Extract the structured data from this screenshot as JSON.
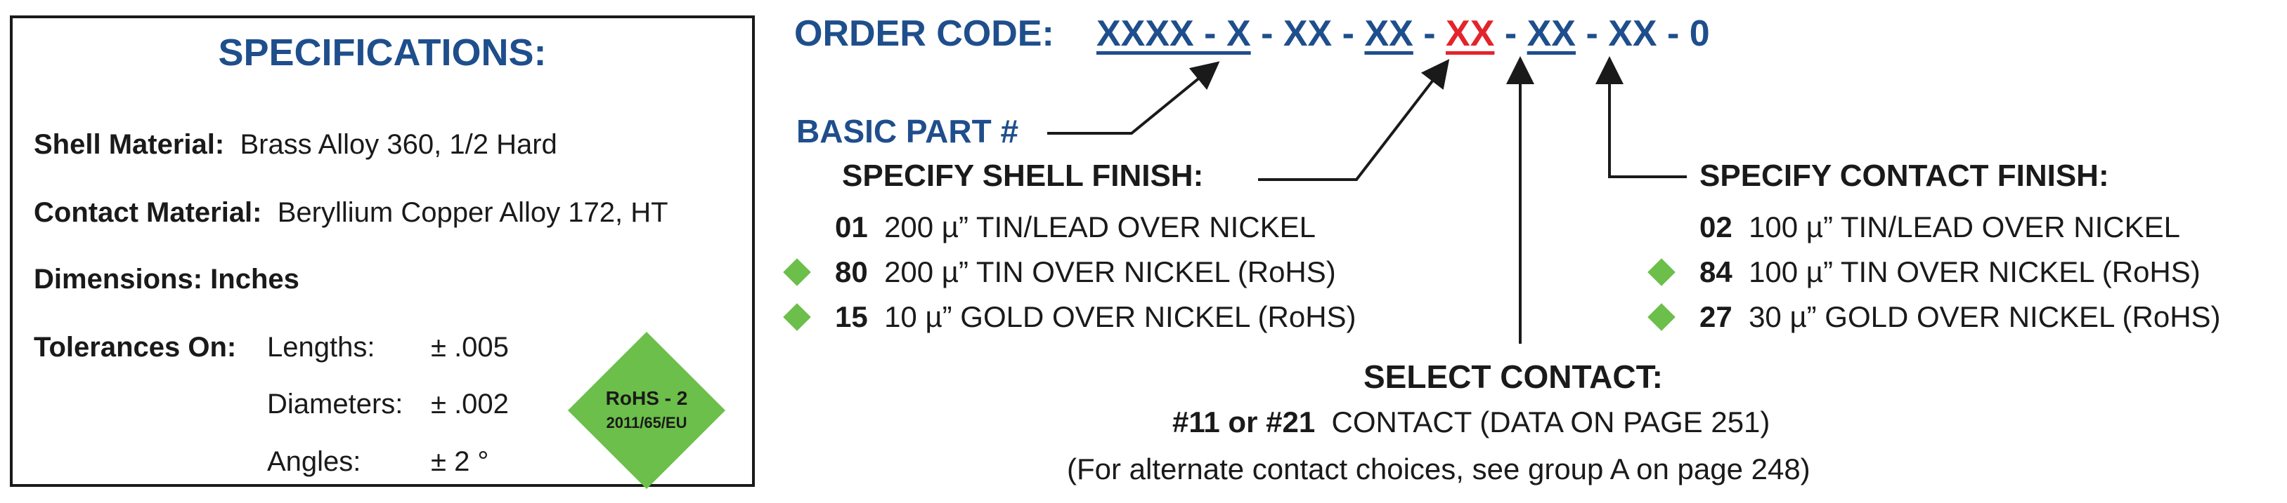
{
  "spec": {
    "title": "SPECIFICATIONS:",
    "shell_label": "Shell Material:",
    "shell_value": "Brass Alloy 360, 1/2 Hard",
    "contact_label": "Contact Material:",
    "contact_value": "Beryllium Copper Alloy 172, HT",
    "dimensions": "Dimensions:  Inches",
    "tolerances_label": "Tolerances On:",
    "tolerances": [
      {
        "name": "Lengths:",
        "value": "± .005"
      },
      {
        "name": "Diameters:",
        "value": "± .002"
      },
      {
        "name": "Angles:",
        "value": "± 2 °"
      }
    ],
    "rohs_line1": "RoHS - 2",
    "rohs_line2": "2011/65/EU"
  },
  "order": {
    "label": "ORDER CODE:",
    "seg1": "XXXX - X",
    "sep1": " - XX - ",
    "seg2": "XX",
    "sep2": " - ",
    "seg3": "XX",
    "sep3": " - ",
    "seg4": "XX",
    "sep4": " - XX - 0"
  },
  "basic_part": "BASIC PART #",
  "shell_finish": {
    "title": "SPECIFY SHELL FINISH:",
    "items": [
      {
        "code": "01",
        "desc": "200 µ” TIN/LEAD OVER NICKEL",
        "rohs": false
      },
      {
        "code": "80",
        "desc": "200 µ” TIN OVER NICKEL (RoHS)",
        "rohs": true
      },
      {
        "code": "15",
        "desc": "10 µ” GOLD OVER NICKEL (RoHS)",
        "rohs": true
      }
    ]
  },
  "contact_finish": {
    "title": "SPECIFY CONTACT FINISH:",
    "items": [
      {
        "code": "02",
        "desc": "100 µ” TIN/LEAD OVER NICKEL",
        "rohs": false
      },
      {
        "code": "84",
        "desc": "100 µ” TIN OVER NICKEL (RoHS)",
        "rohs": true
      },
      {
        "code": "27",
        "desc": "30 µ” GOLD OVER NICKEL (RoHS)",
        "rohs": true
      }
    ]
  },
  "select_contact": {
    "title": "SELECT CONTACT:",
    "code": "#11 or #21",
    "desc": "CONTACT (DATA ON PAGE 251)",
    "note": "(For alternate contact choices, see group A on page 248)"
  },
  "colors": {
    "blue": "#1f4e8c",
    "red": "#e3242b",
    "green": "#6cbf4a"
  }
}
